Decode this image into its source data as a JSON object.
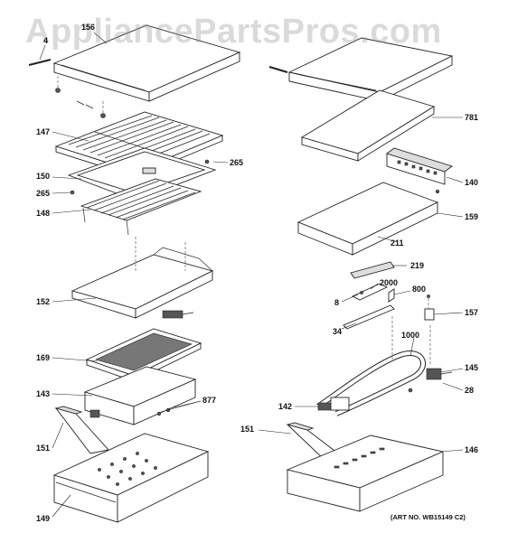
{
  "watermark": "AppliancePartsPros.com",
  "art_number": "(ART NO. WB15149 C2)",
  "callouts": {
    "c156": "156",
    "c4": "4",
    "c147": "147",
    "c265a": "265",
    "c150": "150",
    "c265b": "265",
    "c148": "148",
    "c152": "152",
    "c169": "169",
    "c143": "143",
    "c877": "877",
    "c151a": "151",
    "c149": "149",
    "c781": "781",
    "c140": "140",
    "c159": "159",
    "c211": "211",
    "c219": "219",
    "c2000": "2000",
    "c8": "8",
    "c800": "800",
    "c157": "157",
    "c34": "34",
    "c1000": "1000",
    "c145": "145",
    "c28": "28",
    "c142": "142",
    "c151b": "151",
    "c146": "146"
  }
}
